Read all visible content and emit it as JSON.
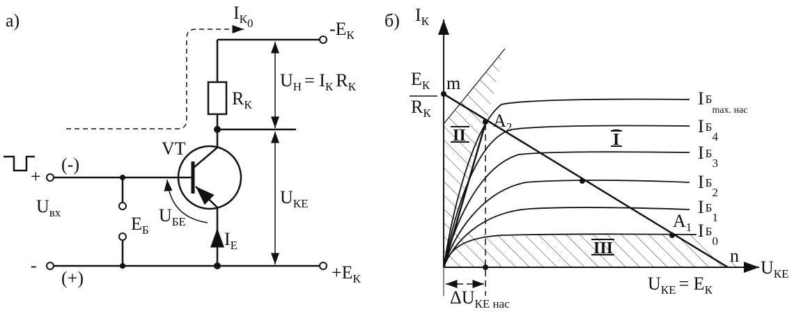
{
  "panel_a": {
    "label": "а)",
    "ik0_main": "I",
    "ik0_sub": "К",
    "ik0_sub2": "0",
    "minus_ek_main": "-E",
    "minus_ek_sub": "К",
    "plus_ek_main": "+E",
    "plus_ek_sub": "К",
    "uh_main": "U",
    "uh_sub": "Н",
    "uh_eq": "= I",
    "uh_sub2": "К",
    "uh_r": "R",
    "uh_sub3": "К",
    "rk_main": "R",
    "rk_sub": "К",
    "vt": "VT",
    "in_plus": "+",
    "in_minus_polarity": "(-)",
    "gnd_minus": "-",
    "gnd_plus_polarity": "(+)",
    "uvx_main": "U",
    "uvx_sub": "вх",
    "eb_main": "E",
    "eb_sub": "Б",
    "ube_main": "U",
    "ube_sub": "БЕ",
    "ie_main": "I",
    "ie_sub": "Е",
    "uke_main": "U",
    "uke_sub": "КЕ"
  },
  "panel_b": {
    "label": "б)",
    "yaxis_main": "I",
    "yaxis_sub": "К",
    "xaxis_main": "U",
    "xaxis_sub": "КЕ",
    "frac_num_main": "E",
    "frac_num_sub": "К",
    "frac_den_main": "R",
    "frac_den_sub": "К",
    "m": "m",
    "n": "n",
    "a2_main": "A",
    "a2_sub": "2",
    "a1_main": "A",
    "a1_sub": "1",
    "region_1": "I",
    "region_2": "II",
    "region_3": "III",
    "curve_labels": [
      {
        "main": "I",
        "sub": "Б",
        "sub2": "max. нас"
      },
      {
        "main": "I",
        "sub": "Б",
        "sub2": "4"
      },
      {
        "main": "I",
        "sub": "Б",
        "sub2": "3"
      },
      {
        "main": "I",
        "sub": "Б",
        "sub2": "2"
      },
      {
        "main": "I",
        "sub": "Б",
        "sub2": "1"
      },
      {
        "main": "I",
        "sub": "Б",
        "sub2": "0"
      }
    ],
    "uke_ek_main": "U",
    "uke_ek_sub": "КЕ",
    "uke_ek_eq": "= E",
    "uke_ek_sub2": "К",
    "delta_main": "ΔU",
    "delta_sub": "КЕ нас"
  }
}
